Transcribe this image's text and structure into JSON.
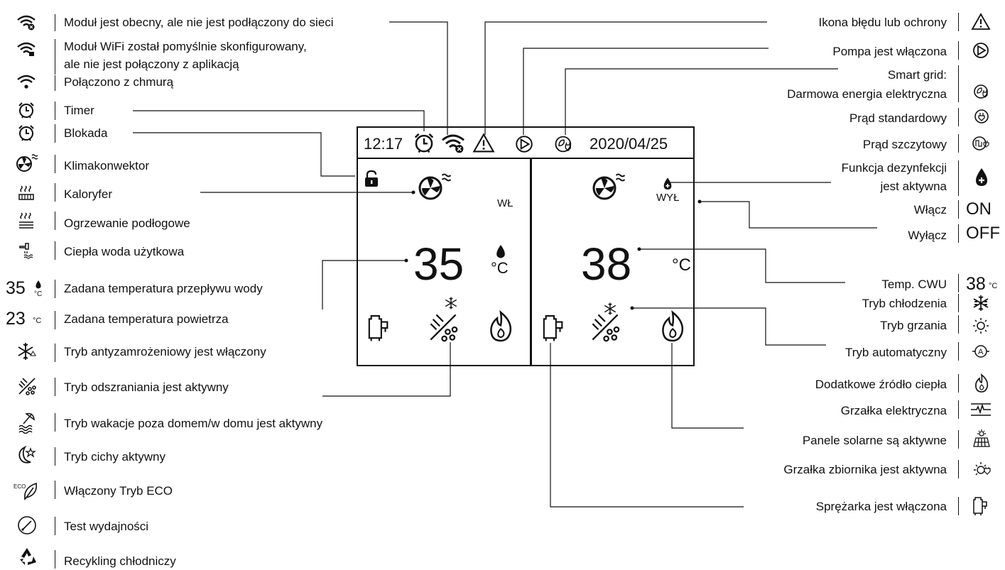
{
  "screen": {
    "time": "12:17",
    "date": "2020/04/25",
    "left_status": "WŁ",
    "right_status": "WYŁ",
    "left_temp": "35",
    "right_temp": "38",
    "unit": "°C"
  },
  "left_legend": [
    {
      "icon": "wifi-module-not-connected-icon",
      "label": "Moduł jest obecny, ale nie jest podłączony do sieci"
    },
    {
      "icon": "wifi-configured-icon",
      "label": "Moduł WiFi został pomyślnie skonfigurowany,"
    },
    {
      "icon": "wifi-configured-icon",
      "label": "ale nie jest połączony z aplikacją"
    },
    {
      "icon": "wifi-cloud-icon",
      "label": "Połączono z chmurą"
    },
    {
      "icon": "timer-icon",
      "label": "Timer"
    },
    {
      "icon": "lock-icon",
      "label": "Blokada"
    },
    {
      "icon": "fan-coil-icon",
      "label": "Klimakonwektor"
    },
    {
      "icon": "radiator-icon",
      "label": "Kaloryfer"
    },
    {
      "icon": "floor-heating-icon",
      "label": "Ogrzewanie podłogowe"
    },
    {
      "icon": "dhw-tap-icon",
      "label": "Ciepła woda użytkowa"
    },
    {
      "icon": "water-flow-temp-icon",
      "value": "35",
      "label": "Zadana temperatura przepływu wody"
    },
    {
      "icon": "air-temp-icon",
      "value": "23",
      "label": "Zadana temperatura powietrza"
    },
    {
      "icon": "antifreeze-icon",
      "label": "Tryb antyzamrożeniowy jest włączony"
    },
    {
      "icon": "defrost-icon",
      "label": "Tryb odszraniania jest aktywny"
    },
    {
      "icon": "holiday-icon",
      "label": "Tryb wakacje poza domem/w domu jest aktywny"
    },
    {
      "icon": "silent-mode-icon",
      "label": "Tryb cichy aktywny"
    },
    {
      "icon": "eco-mode-icon",
      "label": "Włączony Tryb ECO"
    },
    {
      "icon": "performance-test-icon",
      "label": "Test wydajności"
    },
    {
      "icon": "recycle-icon",
      "label": "Recykling chłodniczy"
    }
  ],
  "right_legend": [
    {
      "icon": "warning-icon",
      "label": "Ikona błędu lub ochrony"
    },
    {
      "icon": "pump-icon",
      "label": "Pompa jest włączona"
    },
    {
      "label": "Smart grid:"
    },
    {
      "icon": "free-energy-icon",
      "label": "Darmowa energia elektryczna"
    },
    {
      "icon": "standard-power-icon",
      "label": "Prąd standardowy"
    },
    {
      "icon": "peak-power-icon",
      "label": "Prąd szczytowy"
    },
    {
      "icon": "disinfection-icon",
      "label": "Funkcja dezynfekcji"
    },
    {
      "label": "jest aktywna"
    },
    {
      "value": "ON",
      "label": "Włącz"
    },
    {
      "value": "OFF",
      "label": "Wyłącz"
    },
    {
      "value": "38",
      "label": "Temp. CWU"
    },
    {
      "icon": "cooling-mode-icon",
      "label": "Tryb chłodzenia"
    },
    {
      "icon": "heating-mode-icon",
      "label": "Tryb grzania"
    },
    {
      "icon": "auto-mode-icon",
      "label": "Tryb automatyczny"
    },
    {
      "icon": "additional-heat-icon",
      "label": "Dodatkowe źródło ciepła"
    },
    {
      "icon": "electric-heater-icon",
      "label": "Grzałka elektryczna"
    },
    {
      "icon": "solar-panel-icon",
      "label": "Panele solarne są aktywne"
    },
    {
      "icon": "tank-heater-icon",
      "label": "Grzałka zbiornika jest aktywna"
    },
    {
      "icon": "compressor-icon",
      "label": "Sprężarka jest włączona"
    }
  ]
}
